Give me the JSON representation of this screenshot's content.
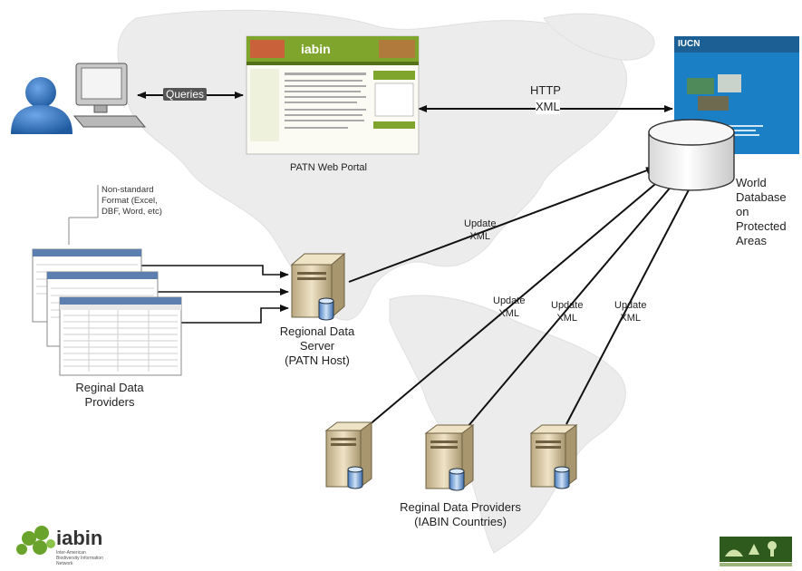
{
  "labels": {
    "queries": "Queries",
    "http": "HTTP",
    "xml": "XML",
    "portal": "PATN Web Portal",
    "portal_logo": "iabin",
    "wdpa_l1": "World",
    "wdpa_l2": "Database on",
    "wdpa_l3": "Protected",
    "wdpa_l4": "Areas",
    "nonstd_l1": "Non-standard",
    "nonstd_l2": "Format (Excel,",
    "nonstd_l3": "DBF, Word, etc)",
    "update": "Update",
    "server_l1": "Regional Data",
    "server_l2": "Server",
    "server_l3": "(PATN Host)",
    "providers_l1": "Reginal Data",
    "providers_l2": "Providers",
    "countries_l1": "Reginal Data Providers",
    "countries_l2": "(IABIN Countries)",
    "iabin_logo": "iabin",
    "iabin_tagline": "Inter-American Biodiversity Information Network",
    "iucn": "IUCN"
  },
  "colors": {
    "map": "#e6e6e6",
    "portal_green": "#7fa52c",
    "wdpa_blue": "#1a7fc4",
    "person_blue": "#2f6fb5",
    "server_tan": "#d9c9a3",
    "logo_green": "#6aa32b"
  }
}
